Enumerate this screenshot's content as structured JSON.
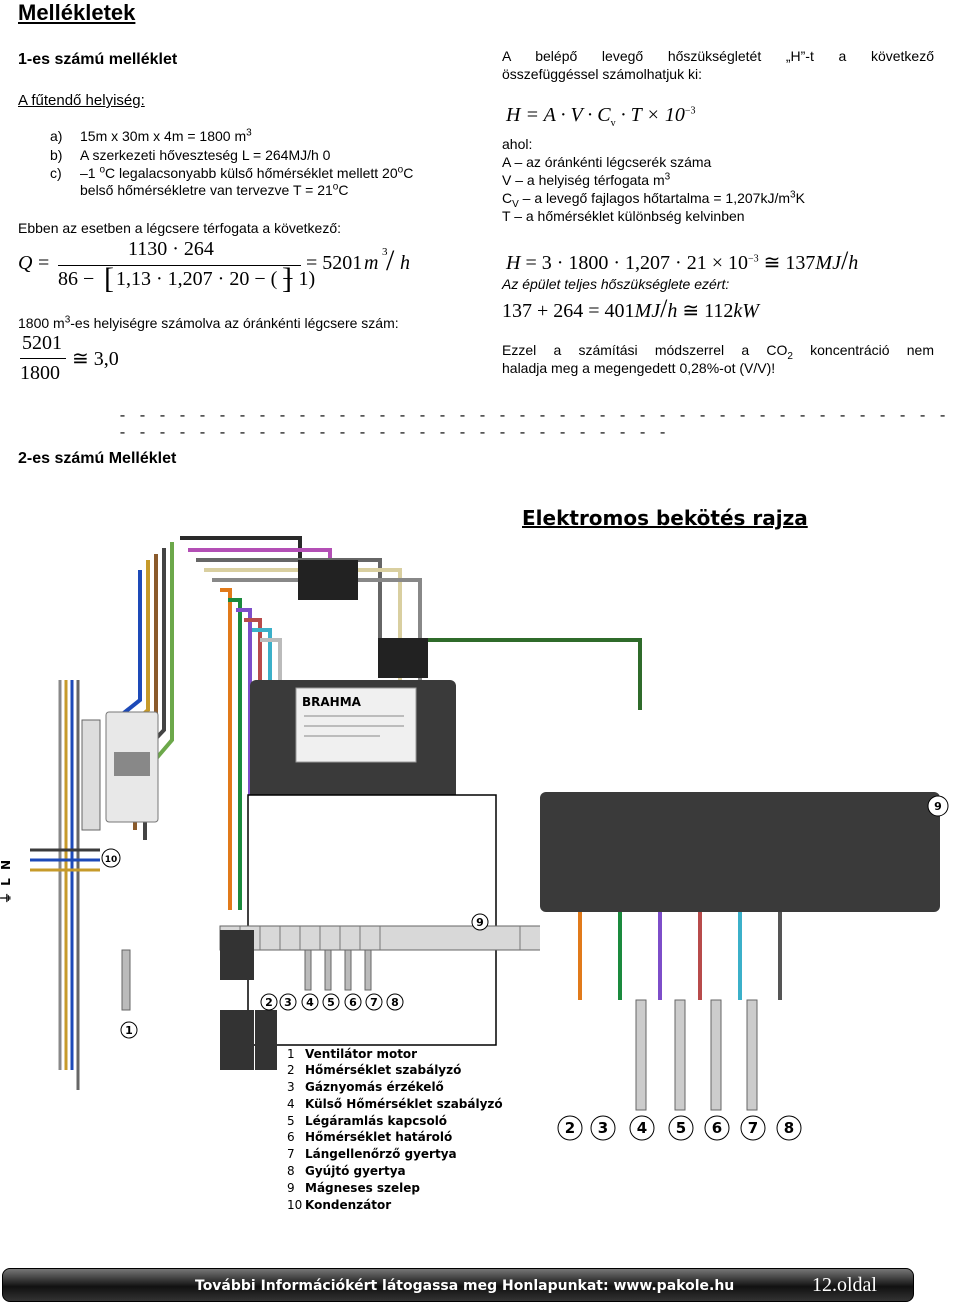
{
  "title": "Mellékletek",
  "annex1": {
    "heading": "1-es számú melléklet",
    "subheading": "A fűtendő helyiség:",
    "items": [
      {
        "label": "a)",
        "text": "15m x 30m x 4m = 1800 m",
        "sup": "3"
      },
      {
        "label": "b)",
        "text": "A szerkezeti hőveszteség L = 264MJ/h 0"
      },
      {
        "label": "c)",
        "text_a": "–1 ",
        "sup_a": "o",
        "text_b": "C legalacsonyabb külső hőmérséklet mellett 20",
        "sup_b": "o",
        "text_c": "C"
      },
      {
        "text_a": "belső hőmérsékletre van tervezve T = 21",
        "sup_a": "o",
        "text_b": "C"
      }
    ],
    "intro": "Ebben az esetben a légcsere térfogata a következő:",
    "formula_q": {
      "lhs": "Q",
      "numerator": "1130 · 264",
      "den_a": "86 −",
      "den_b": "1,13 · 1,207 · 20 − ( − 1)",
      "result": "= 5201",
      "unit_m": "m",
      "unit_sup": "3",
      "unit_h": "h"
    },
    "line_1800_a": "1800 m",
    "line_1800_sup": "3",
    "line_1800_b": "-es helyiségre számolva az óránkénti légcsere szám:",
    "ratio": {
      "numerator": "5201",
      "denominator": "1800",
      "result": "≅ 3,0"
    }
  },
  "right_col": {
    "intro_1": "A belépő levegő hőszükségletét „H”-t a következő",
    "intro_2": "összefüggéssel számolhatjuk ki:",
    "formula_h": {
      "lhs": "H",
      "body": "= A · V · C",
      "sub": "v",
      "tail": "· T × 10",
      "exp": "−3"
    },
    "ahol": "ahol:",
    "defs": [
      {
        "a": "A – az óránkénti légcserék száma"
      },
      {
        "a": "V – a helyiség térfogata m",
        "sup": "3"
      },
      {
        "a": "C",
        "sub": "V",
        "b": " – a levegő fajlagos hőtartalma = 1,207kJ/m",
        "sup": "3",
        "c": "K"
      },
      {
        "a": "T – a hőmérséklet különbség kelvinben"
      }
    ],
    "formula_h2": {
      "lhs": "H",
      "body": "= 3 · 1800 · 1,207 · 21 × 10",
      "exp": "−3",
      "result": "≅ 137",
      "unit": "MJ",
      "unit_h": "h"
    },
    "total_label": "Az épület teljes hőszükséglete ezért:",
    "formula_total": {
      "body": "137 + 264 = 401",
      "unit": "MJ",
      "unit_h": "h",
      "result": "≅ 112",
      "unit_kw": "kW"
    },
    "conclusion_1a": "Ezzel a számítási módszerrel a CO",
    "conclusion_1sub": "2",
    "conclusion_1b": " koncentráció nem",
    "conclusion_2": "haladja meg a megengedett 0,28%-ot (V/V)!"
  },
  "divider": "- - - - - - - - - - - - - - - - - - - - - - - - - - - - - - - - - - - - - - - - - - - - - - - - - - - - - - - - - - - - - - - - - - - - - -",
  "annex2": {
    "heading": "2-es számú Melléklet",
    "diagram_title": "Elektromos bekötés rajza",
    "device_brand": "BRAHMA",
    "legend": [
      {
        "n": "1",
        "label": "Ventilátor motor"
      },
      {
        "n": "2",
        "label": "Hőmérséklet szabályzó"
      },
      {
        "n": "3",
        "label": "Gáznyomás érzékelő"
      },
      {
        "n": "4",
        "label": "Külső Hőmérséklet szabályzó"
      },
      {
        "n": "5",
        "label": "Légáramlás kapcsoló"
      },
      {
        "n": "6",
        "label": "Hőmérséklet határoló"
      },
      {
        "n": "7",
        "label": "Lángellenőrző gyertya"
      },
      {
        "n": "8",
        "label": "Gyújtó gyertya"
      },
      {
        "n": "9",
        "label": "Mágneses szelep"
      },
      {
        "n": "10",
        "label": "Kondenzátor"
      }
    ],
    "supply_labels": [
      "N",
      "L",
      "⏚"
    ],
    "probe_numbers_small": [
      "2",
      "3",
      "4",
      "5",
      "6",
      "7",
      "8"
    ],
    "probe_numbers_large": [
      "2",
      "3",
      "4",
      "5",
      "6",
      "7",
      "8"
    ],
    "marker_1": "1",
    "marker_9": "9",
    "marker_10": "10"
  },
  "footer": {
    "text": "További Információkért látogassa meg Honlapunkat: www.pakole.hu",
    "page": "12.oldal"
  }
}
